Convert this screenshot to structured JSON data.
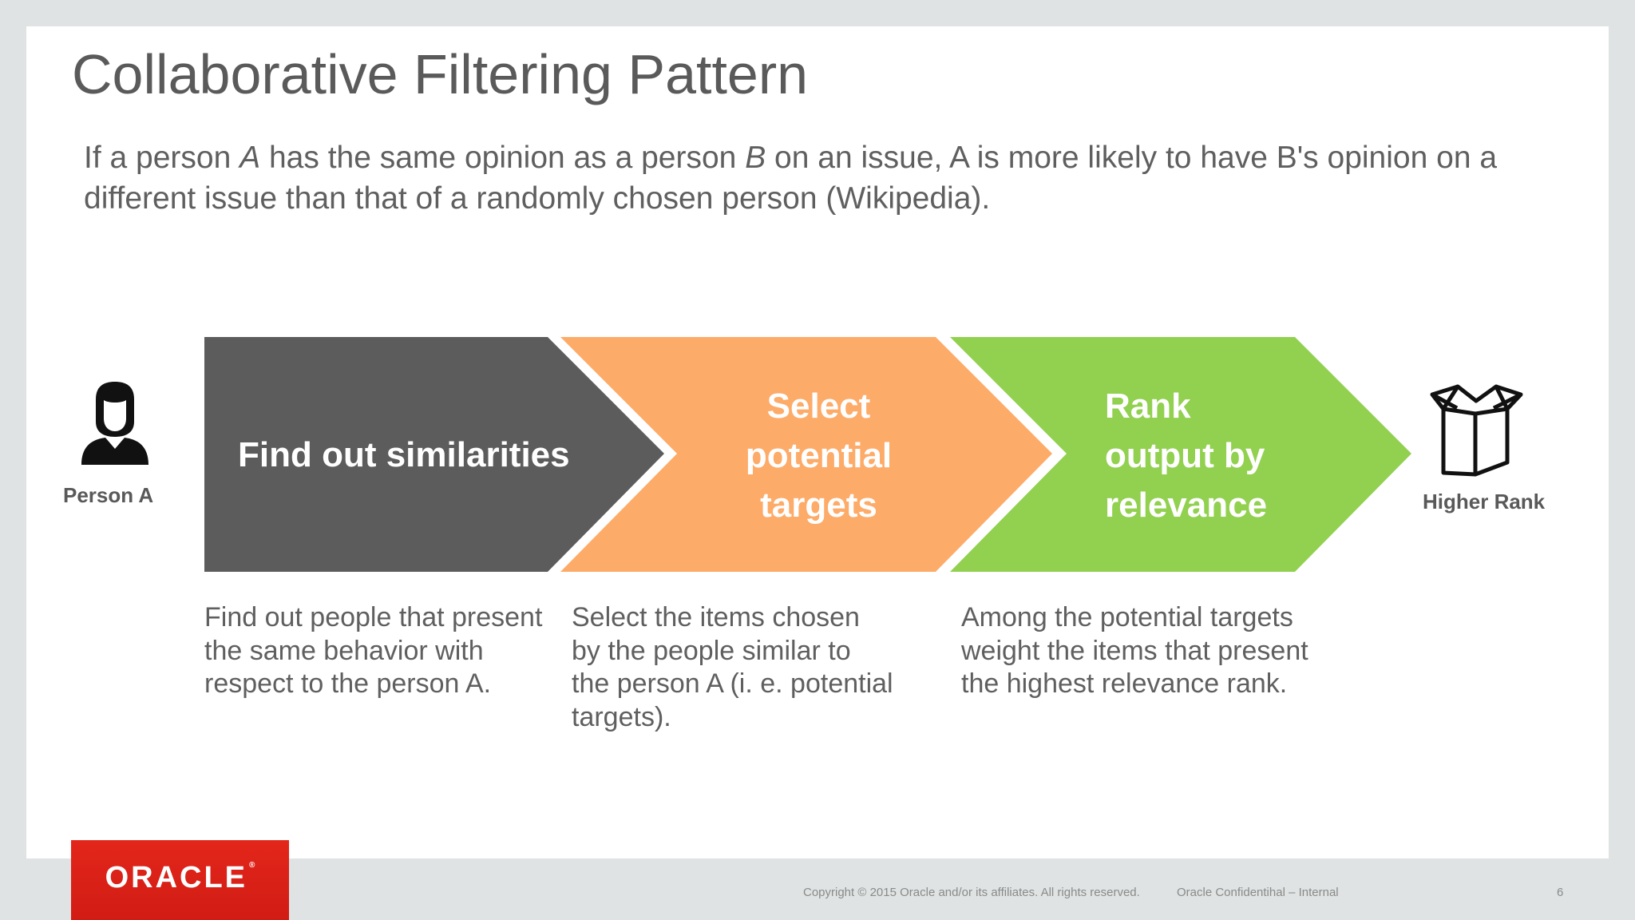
{
  "slide": {
    "title": "Collaborative Filtering Pattern",
    "definition": {
      "part1": "If a person ",
      "a_italic": "A",
      "part2": " has the same opinion as a person ",
      "b_italic": "B",
      "part3": " on an issue, A is more likely to have B's opinion on a different issue than that of a randomly chosen person (Wikipedia)."
    }
  },
  "diagram": {
    "start_label": "Person A",
    "end_label": "Higher Rank",
    "steps": [
      {
        "title_lines": [
          "Find out similarities"
        ],
        "description": "Find out people that present the same behavior  with respect to the person A.",
        "color": "#5b5c5b"
      },
      {
        "title_lines": [
          "Select",
          "potential",
          "targets"
        ],
        "description": "Select the items chosen by the people similar to the person A (i. e. potential targets).",
        "color": "#fdab69"
      },
      {
        "title_lines": [
          "Rank",
          "output by",
          "relevance"
        ],
        "description": "Among the potential targets weight the items that present the highest relevance rank.",
        "color": "#92d050"
      }
    ]
  },
  "footer": {
    "logo_text": "ORACLE",
    "logo_mark": "®",
    "copyright": "Copyright © 2015 Oracle and/or its affiliates. All rights reserved.",
    "confidential": "Oracle Confidentihal – Internal",
    "page_number": "6"
  },
  "icons": {
    "start": "person-icon",
    "end": "box-icon"
  }
}
